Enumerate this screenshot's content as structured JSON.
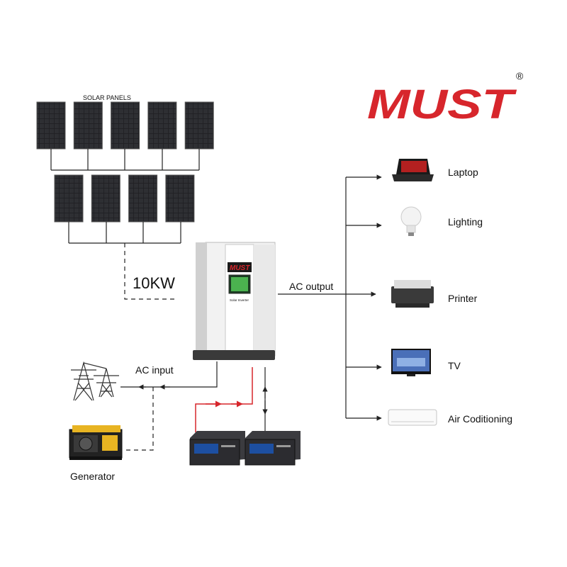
{
  "brand": {
    "logo_text": "MUST",
    "registered_mark": "®",
    "color": "#d7262c"
  },
  "solar_panels": {
    "title": "SOLAR PANELS",
    "top_row_count": 5,
    "bottom_row_count": 4
  },
  "power_label": "10KW",
  "inverter": {
    "screen_brand": "MUST",
    "panel_text": "Solar Inverter"
  },
  "ac_output": {
    "label": "AC output"
  },
  "ac_input": {
    "label": "AC input"
  },
  "generator": {
    "label": "Generator"
  },
  "loads": [
    {
      "label": "Laptop",
      "icon": "laptop-icon"
    },
    {
      "label": "Lighting",
      "icon": "light-bulb-icon"
    },
    {
      "label": "Printer",
      "icon": "printer-icon"
    },
    {
      "label": "TV",
      "icon": "tv-icon"
    },
    {
      "label": "Air Coditioning",
      "icon": "air-conditioner-icon"
    }
  ],
  "colors": {
    "line": "#222222",
    "battery_charge": "#d7262c"
  }
}
